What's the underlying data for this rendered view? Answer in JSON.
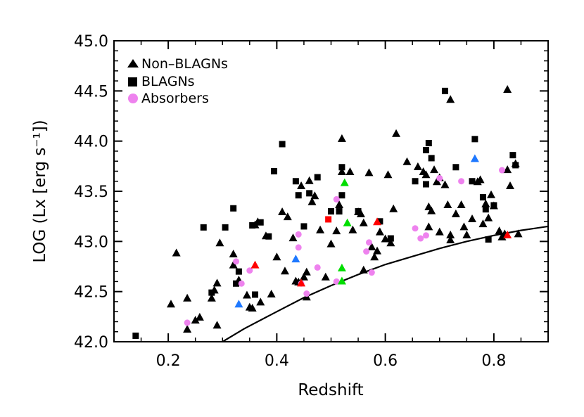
{
  "chart_data": {
    "type": "scatter",
    "xlabel": "Redshift",
    "ylabel": "LOG (Lx [erg s⁻¹])",
    "xlim": [
      0.1,
      0.9
    ],
    "ylim": [
      42.0,
      45.0
    ],
    "x_ticks": [
      0.2,
      0.4,
      0.6,
      0.8
    ],
    "x_tick_labels": [
      "0.2",
      "0.4",
      "0.6",
      "0.8"
    ],
    "y_ticks": [
      42.0,
      42.5,
      43.0,
      43.5,
      44.0,
      44.5,
      45.0
    ],
    "y_tick_labels": [
      "42.0",
      "42.5",
      "43.0",
      "43.5",
      "44.0",
      "44.5",
      "45.0"
    ],
    "grid": false,
    "legend_position": "top-left",
    "legend": [
      {
        "label": "Non–BLAGNs",
        "marker": "triangle",
        "color": "#000000"
      },
      {
        "label": "BLAGNs",
        "marker": "square",
        "color": "#000000"
      },
      {
        "label": "Absorbers",
        "marker": "circle",
        "color": "#ee82ee"
      }
    ],
    "series": [
      {
        "name": "Non–BLAGNs",
        "marker": "triangle",
        "color": "#000000",
        "points": [
          [
            0.205,
            42.38
          ],
          [
            0.215,
            42.89
          ],
          [
            0.235,
            42.13
          ],
          [
            0.235,
            42.44
          ],
          [
            0.25,
            42.22
          ],
          [
            0.258,
            42.25
          ],
          [
            0.28,
            42.44
          ],
          [
            0.285,
            42.52
          ],
          [
            0.29,
            42.59
          ],
          [
            0.29,
            42.17
          ],
          [
            0.295,
            42.99
          ],
          [
            0.32,
            42.88
          ],
          [
            0.32,
            42.77
          ],
          [
            0.33,
            42.62
          ],
          [
            0.345,
            42.47
          ],
          [
            0.35,
            42.35
          ],
          [
            0.355,
            42.34
          ],
          [
            0.36,
            43.17
          ],
          [
            0.365,
            43.2
          ],
          [
            0.37,
            42.4
          ],
          [
            0.38,
            43.06
          ],
          [
            0.39,
            42.48
          ],
          [
            0.4,
            42.85
          ],
          [
            0.41,
            43.3
          ],
          [
            0.415,
            42.71
          ],
          [
            0.42,
            43.25
          ],
          [
            0.43,
            43.04
          ],
          [
            0.435,
            42.61
          ],
          [
            0.44,
            42.6
          ],
          [
            0.445,
            43.56
          ],
          [
            0.45,
            42.65
          ],
          [
            0.455,
            42.7
          ],
          [
            0.455,
            42.45
          ],
          [
            0.46,
            43.61
          ],
          [
            0.465,
            43.4
          ],
          [
            0.47,
            43.46
          ],
          [
            0.48,
            43.12
          ],
          [
            0.49,
            42.65
          ],
          [
            0.5,
            42.98
          ],
          [
            0.51,
            43.11
          ],
          [
            0.515,
            43.37
          ],
          [
            0.52,
            43.7
          ],
          [
            0.52,
            44.03
          ],
          [
            0.535,
            43.7
          ],
          [
            0.54,
            43.12
          ],
          [
            0.55,
            43.3
          ],
          [
            0.555,
            43.28
          ],
          [
            0.56,
            42.72
          ],
          [
            0.56,
            43.19
          ],
          [
            0.57,
            43.69
          ],
          [
            0.575,
            42.95
          ],
          [
            0.58,
            42.85
          ],
          [
            0.585,
            42.91
          ],
          [
            0.59,
            43.1
          ],
          [
            0.6,
            43.03
          ],
          [
            0.605,
            43.67
          ],
          [
            0.61,
            42.99
          ],
          [
            0.615,
            43.33
          ],
          [
            0.62,
            44.08
          ],
          [
            0.64,
            43.8
          ],
          [
            0.66,
            43.75
          ],
          [
            0.67,
            43.7
          ],
          [
            0.675,
            43.67
          ],
          [
            0.68,
            43.15
          ],
          [
            0.68,
            43.35
          ],
          [
            0.685,
            43.31
          ],
          [
            0.69,
            43.72
          ],
          [
            0.695,
            43.6
          ],
          [
            0.7,
            43.1
          ],
          [
            0.7,
            43.64
          ],
          [
            0.71,
            43.57
          ],
          [
            0.715,
            43.37
          ],
          [
            0.72,
            43.02
          ],
          [
            0.72,
            43.07
          ],
          [
            0.72,
            44.42
          ],
          [
            0.73,
            43.28
          ],
          [
            0.74,
            43.37
          ],
          [
            0.745,
            43.15
          ],
          [
            0.75,
            43.07
          ],
          [
            0.76,
            43.23
          ],
          [
            0.77,
            43.6
          ],
          [
            0.775,
            43.62
          ],
          [
            0.78,
            43.18
          ],
          [
            0.785,
            43.38
          ],
          [
            0.79,
            43.24
          ],
          [
            0.795,
            43.47
          ],
          [
            0.8,
            43.36
          ],
          [
            0.81,
            43.11
          ],
          [
            0.815,
            43.05
          ],
          [
            0.82,
            43.08
          ],
          [
            0.825,
            43.72
          ],
          [
            0.825,
            44.52
          ],
          [
            0.83,
            43.56
          ],
          [
            0.84,
            43.78
          ],
          [
            0.845,
            43.08
          ]
        ]
      },
      {
        "name": "BLAGNs",
        "marker": "square",
        "color": "#000000",
        "points": [
          [
            0.14,
            42.06
          ],
          [
            0.265,
            43.14
          ],
          [
            0.28,
            42.49
          ],
          [
            0.305,
            43.14
          ],
          [
            0.32,
            43.33
          ],
          [
            0.325,
            42.58
          ],
          [
            0.33,
            42.7
          ],
          [
            0.355,
            43.16
          ],
          [
            0.36,
            42.47
          ],
          [
            0.37,
            43.19
          ],
          [
            0.385,
            43.05
          ],
          [
            0.395,
            43.7
          ],
          [
            0.41,
            43.97
          ],
          [
            0.435,
            43.6
          ],
          [
            0.44,
            43.46
          ],
          [
            0.45,
            43.15
          ],
          [
            0.46,
            43.48
          ],
          [
            0.475,
            43.64
          ],
          [
            0.5,
            43.3
          ],
          [
            0.515,
            43.3
          ],
          [
            0.52,
            43.46
          ],
          [
            0.52,
            43.74
          ],
          [
            0.55,
            43.3
          ],
          [
            0.59,
            43.2
          ],
          [
            0.61,
            43.03
          ],
          [
            0.655,
            43.6
          ],
          [
            0.675,
            43.57
          ],
          [
            0.675,
            43.91
          ],
          [
            0.68,
            43.98
          ],
          [
            0.685,
            43.83
          ],
          [
            0.71,
            44.5
          ],
          [
            0.73,
            43.74
          ],
          [
            0.76,
            43.6
          ],
          [
            0.765,
            44.02
          ],
          [
            0.78,
            43.44
          ],
          [
            0.785,
            43.32
          ],
          [
            0.79,
            43.02
          ],
          [
            0.835,
            43.86
          ],
          [
            0.84,
            43.76
          ],
          [
            0.8,
            43.36
          ]
        ]
      },
      {
        "name": "Absorbers",
        "marker": "circle",
        "color": "#ee82ee",
        "points": [
          [
            0.235,
            42.19
          ],
          [
            0.325,
            42.8
          ],
          [
            0.335,
            42.58
          ],
          [
            0.35,
            42.71
          ],
          [
            0.44,
            42.94
          ],
          [
            0.44,
            43.07
          ],
          [
            0.445,
            42.58
          ],
          [
            0.455,
            42.48
          ],
          [
            0.475,
            42.74
          ],
          [
            0.51,
            43.42
          ],
          [
            0.51,
            42.6
          ],
          [
            0.565,
            42.9
          ],
          [
            0.57,
            42.99
          ],
          [
            0.575,
            42.69
          ],
          [
            0.655,
            43.13
          ],
          [
            0.665,
            43.03
          ],
          [
            0.675,
            43.06
          ],
          [
            0.7,
            43.63
          ],
          [
            0.74,
            43.6
          ],
          [
            0.815,
            43.71
          ]
        ]
      },
      {
        "name": "",
        "marker": "triangle",
        "color": "#ff0000",
        "points": [
          [
            0.36,
            42.77
          ],
          [
            0.445,
            42.59
          ],
          [
            0.585,
            43.2
          ],
          [
            0.825,
            43.07
          ]
        ]
      },
      {
        "name": "",
        "marker": "square",
        "color": "#ff0000",
        "points": [
          [
            0.495,
            43.22
          ]
        ]
      },
      {
        "name": "",
        "marker": "triangle",
        "color": "#00dd00",
        "points": [
          [
            0.52,
            42.74
          ],
          [
            0.52,
            42.61
          ],
          [
            0.525,
            43.59
          ],
          [
            0.53,
            43.19
          ]
        ]
      },
      {
        "name": "",
        "marker": "triangle",
        "color": "#1e78ff",
        "points": [
          [
            0.33,
            42.38
          ],
          [
            0.435,
            42.83
          ],
          [
            0.765,
            43.83
          ]
        ]
      }
    ],
    "curve": {
      "color": "#000000",
      "points": [
        [
          0.3,
          42.0
        ],
        [
          0.34,
          42.13
        ],
        [
          0.4,
          42.3
        ],
        [
          0.45,
          42.44
        ],
        [
          0.5,
          42.56
        ],
        [
          0.55,
          42.67
        ],
        [
          0.6,
          42.77
        ],
        [
          0.65,
          42.85
        ],
        [
          0.7,
          42.93
        ],
        [
          0.75,
          43.0
        ],
        [
          0.8,
          43.06
        ],
        [
          0.85,
          43.11
        ],
        [
          0.9,
          43.15
        ]
      ]
    }
  }
}
